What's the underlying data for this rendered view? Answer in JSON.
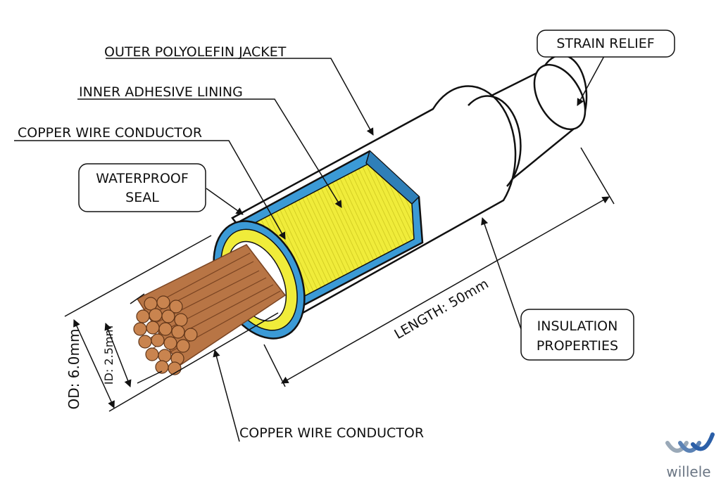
{
  "labels": {
    "outer_jacket": "OUTER POLYOLEFIN JACKET",
    "inner_lining": "INNER ADHESIVE LINING",
    "conductor_top": "COPPER WIRE CONDUCTOR",
    "waterproof_line1": "WATERPROOF",
    "waterproof_line2": "SEAL",
    "strain_relief": "STRAIN RELIEF",
    "insulation_line1": "INSULATION",
    "insulation_line2": "PROPERTIES",
    "conductor_bottom": "COPPER WIRE CONDUCTOR"
  },
  "dimensions": {
    "length": "LENGTH: 50mm",
    "od": "OD: 6.0mm",
    "id": "ID: 2.5mm"
  },
  "logo": {
    "text": "willele"
  },
  "colors": {
    "copper": "#b87545",
    "copper_dark": "#7a4422",
    "adhesive": "#f0ec3a",
    "seal": "#3b9ad6",
    "outline": "#111111"
  }
}
